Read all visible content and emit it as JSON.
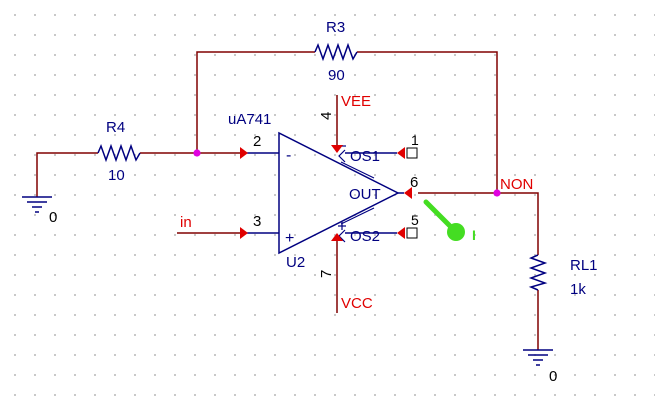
{
  "schematic": {
    "op_amp": {
      "ref": "U2",
      "model": "uA741",
      "pins": {
        "inverting": {
          "number": "2",
          "symbol": "-"
        },
        "noninverting": {
          "number": "3",
          "symbol": "+"
        },
        "v_neg": {
          "number": "4",
          "label": "VEE"
        },
        "v_pos": {
          "number": "7",
          "label": "VCC"
        },
        "output": {
          "number": "6",
          "label": "OUT"
        },
        "offset_null_1": {
          "number": "1",
          "label": "OS1"
        },
        "offset_null_2": {
          "number": "5",
          "label": "OS2"
        }
      }
    },
    "resistors": [
      {
        "ref": "R3",
        "value": "90"
      },
      {
        "ref": "R4",
        "value": "10"
      },
      {
        "ref": "RL1",
        "value": "1k"
      }
    ],
    "nets": {
      "input": "in",
      "output": "NON",
      "ground_left": "0",
      "ground_right": "0"
    },
    "probe": {
      "type": "current",
      "label": "I"
    },
    "colors": {
      "wire": "#800000",
      "net_label": "#e00000",
      "component": "#000080",
      "arrow": "#e00000",
      "junction": "#e000e0",
      "probe": "#44dd22"
    }
  }
}
